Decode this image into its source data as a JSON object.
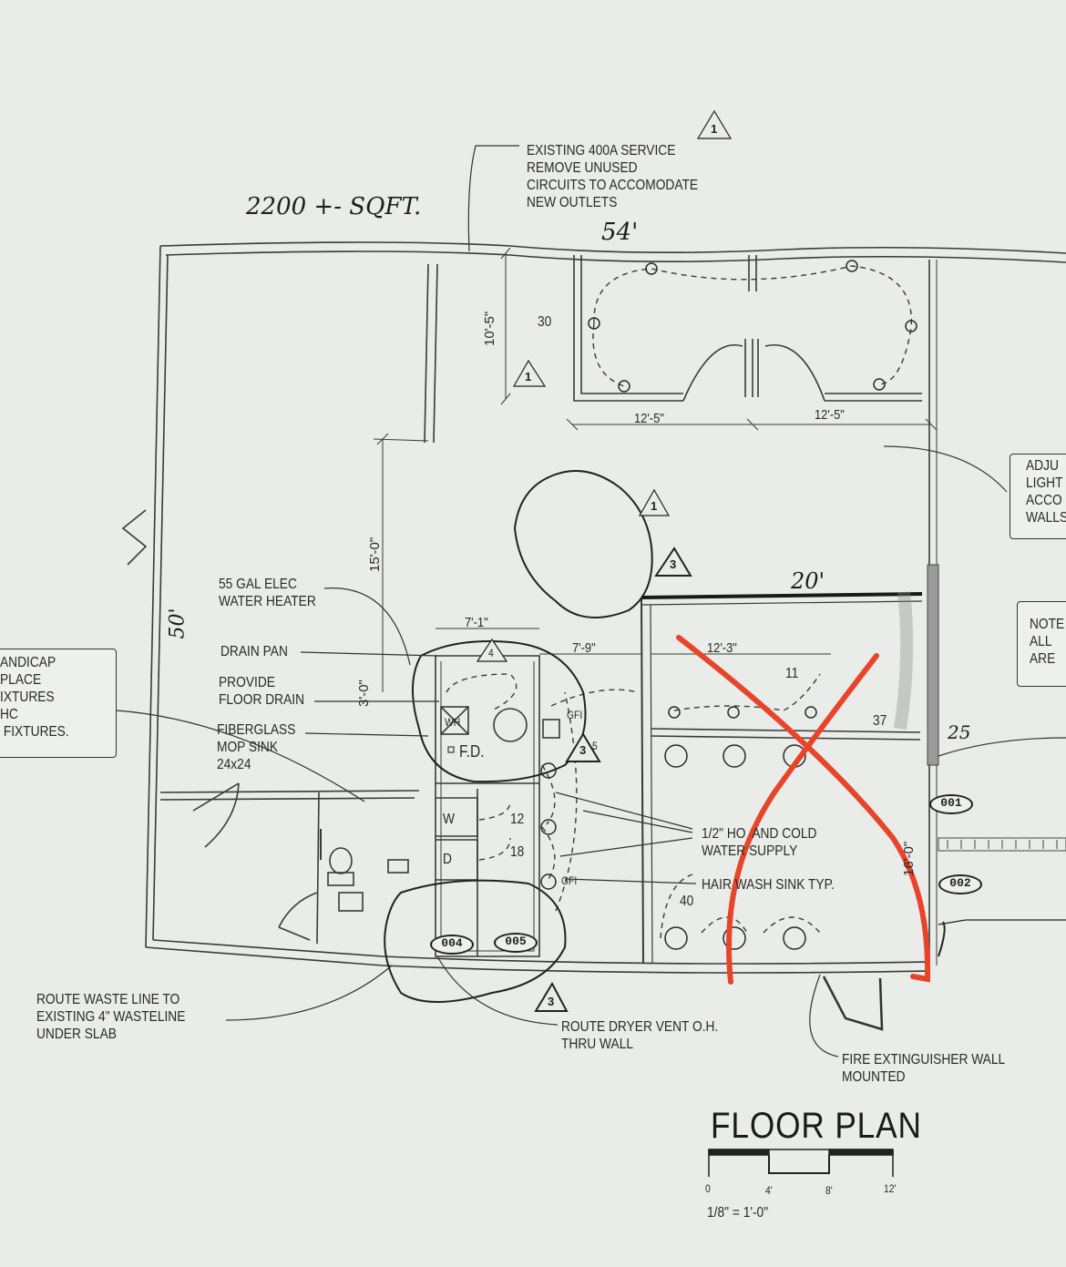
{
  "handwritten": {
    "area": "2200 +- SQFT.",
    "width": "54'",
    "depth": "50'",
    "salon_width": "20'",
    "dim_25": "25"
  },
  "notes": {
    "service": "EXISTING 400A SERVICE\nREMOVE UNUSED\nCIRCUITS TO ACCOMODATE\nNEW OUTLETS",
    "water_heater": "55 GAL ELEC\nWATER HEATER",
    "drain_pan": "DRAIN PAN",
    "floor_drain": "PROVIDE\nFLOOR DRAIN",
    "mop_sink": "FIBERGLASS\nMOP SINK\n24x24",
    "handicap": "ANDICAP\nPLACE\nIXTURES\nHC\n FIXTURES.",
    "adjust": "ADJU\nLIGHT\nACCO\nWALLS",
    "note_all": "NOTE\nALL\nARE",
    "water_supply": "1/2\" HO  AND COLD\nWATER SUPPLY",
    "hair_wash": "HAIR WASH SINK TYP.",
    "waste_line": "ROUTE WASTE LINE TO\nEXISTING 4\" WASTELINE\nUNDER SLAB",
    "dryer_vent": "ROUTE DRYER VENT O.H.\nTHRU WALL",
    "extinguisher": "FIRE EXTINGUISHER WALL\nMOUNTED"
  },
  "dimensions": {
    "d_10_5": "10'-5\"",
    "d_12_5a": "12'-5\"",
    "d_12_5b": "12'-5\"",
    "d_15_0": "15'-0\"",
    "d_7_1": "7'-1\"",
    "d_7_9": "7'-9\"",
    "d_12_3": "12'-3\"",
    "d_3_0": "3'-0\"",
    "d_16_0": "16'-0\""
  },
  "circuits": {
    "c30": "30",
    "c11": "11",
    "c37": "37",
    "c12": "12",
    "c18": "18",
    "c40": "40",
    "c4": "4",
    "c5": "5"
  },
  "equipment": {
    "fd": "F.D.",
    "washer": "W",
    "dryer": "D",
    "wh": "WH",
    "gfi_top": "GFI",
    "gfi_bottom": "GFI"
  },
  "tags": [
    "001",
    "002",
    "004",
    "005"
  ],
  "revisions": {
    "rev1": "1",
    "rev3": "3"
  },
  "title_block": {
    "title": "FLOOR PLAN",
    "scale_ticks": [
      "0",
      "4'",
      "8'",
      "12'"
    ],
    "scale": "1/8\" = 1'-0\""
  },
  "colors": {
    "markup_red": "#e8442a",
    "ink": "#2a2a2a",
    "paper": "#e9ece8"
  }
}
